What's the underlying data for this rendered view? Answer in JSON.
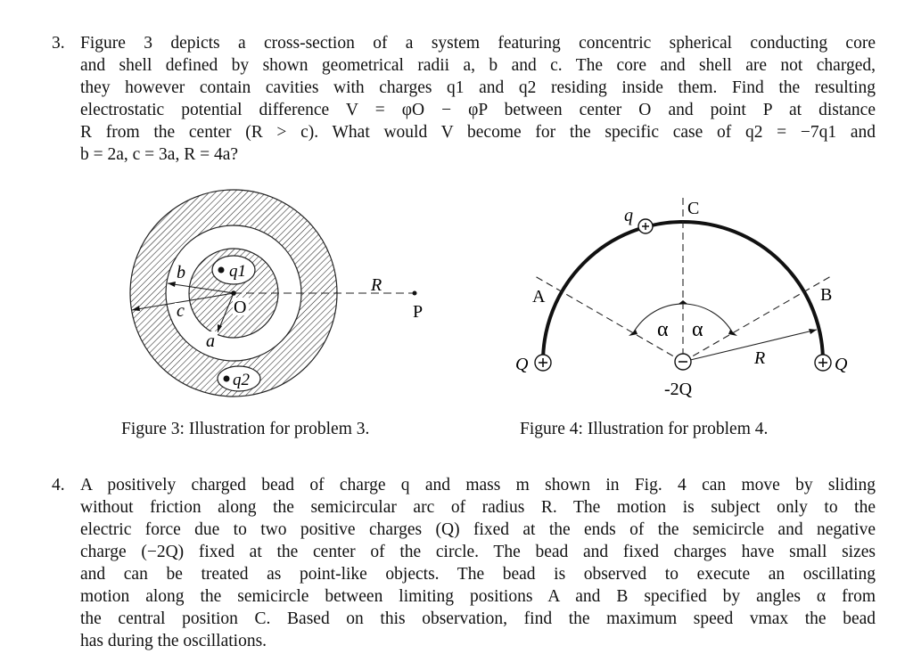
{
  "problem3": {
    "number": "3.",
    "lines": [
      "Figure 3 depicts a cross-section of a system featuring concentric spherical conducting core",
      "and shell defined by shown geometrical radii a, b and c. The core and shell are not charged,",
      "they however contain cavities with charges q1 and q2 residing inside them. Find the resulting",
      "electrostatic potential difference V = φO − φP between center O and point P at distance",
      "R from the center (R > c). What would V become for the specific case of q2 = −7q1 and",
      "b = 2a, c = 3a, R = 4a?"
    ]
  },
  "figure3": {
    "caption": "Figure 3: Illustration for problem 3.",
    "labels": {
      "b": "b",
      "c": "c",
      "a": "a",
      "O": "O",
      "R": "R",
      "P": "P",
      "q1": "q1",
      "q2": "q2"
    }
  },
  "figure4": {
    "caption": "Figure 4: Illustration for problem 4.",
    "labels": {
      "q": "q",
      "C": "C",
      "A": "A",
      "B": "B",
      "alpha_left": "α",
      "alpha_right": "α",
      "R": "R",
      "Q_left": "Q",
      "Q_right": "Q",
      "center_charge": "-2Q"
    }
  },
  "problem4": {
    "number": "4.",
    "lines": [
      "A positively charged bead of charge q and mass m shown in Fig. 4 can move by sliding",
      "without friction along the semicircular arc of radius R. The motion is subject only to the",
      "electric force due to two positive charges (Q) fixed at the ends of the semicircle and negative",
      "charge (−2Q) fixed at the center of the circle. The bead and fixed charges have small sizes",
      "and can be treated as point-like objects. The bead is observed to execute an oscillating",
      "motion along the semicircle between limiting positions A and B specified by angles α from",
      "the central position C. Based on this observation, find the maximum speed vmax the bead",
      "has during the oscillations."
    ]
  }
}
